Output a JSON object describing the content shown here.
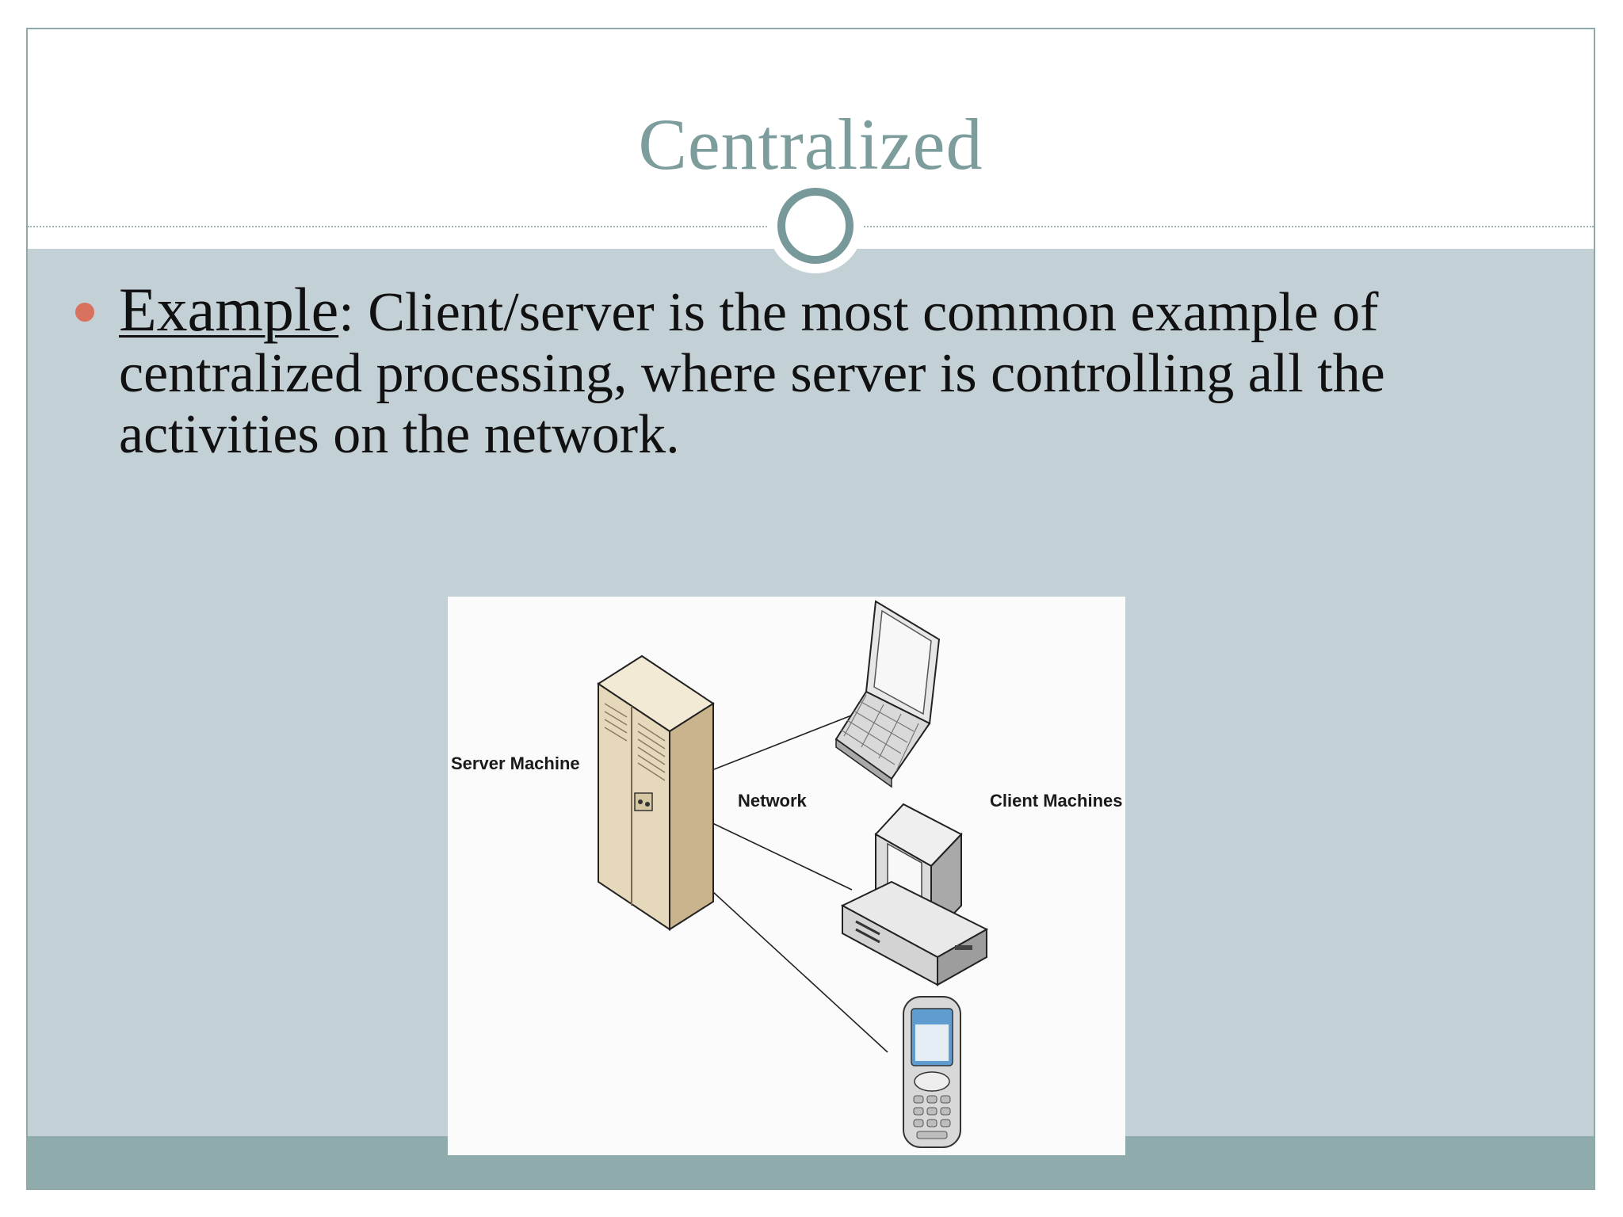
{
  "slide": {
    "title": "Centralized",
    "bullet": {
      "term": "Example",
      "separator": ":",
      "text": " Client/server is the most common example of centralized processing, where server is controlling all the activities  on the network."
    }
  },
  "figure": {
    "labels": {
      "server": "Server Machine",
      "network": "Network",
      "clients": "Client Machines"
    }
  },
  "colors": {
    "title": "#7d9c9c",
    "ring": "#78999a",
    "body_band": "#c3d0d6",
    "footer_band": "#8fabab",
    "bullet": "#d8725e"
  }
}
